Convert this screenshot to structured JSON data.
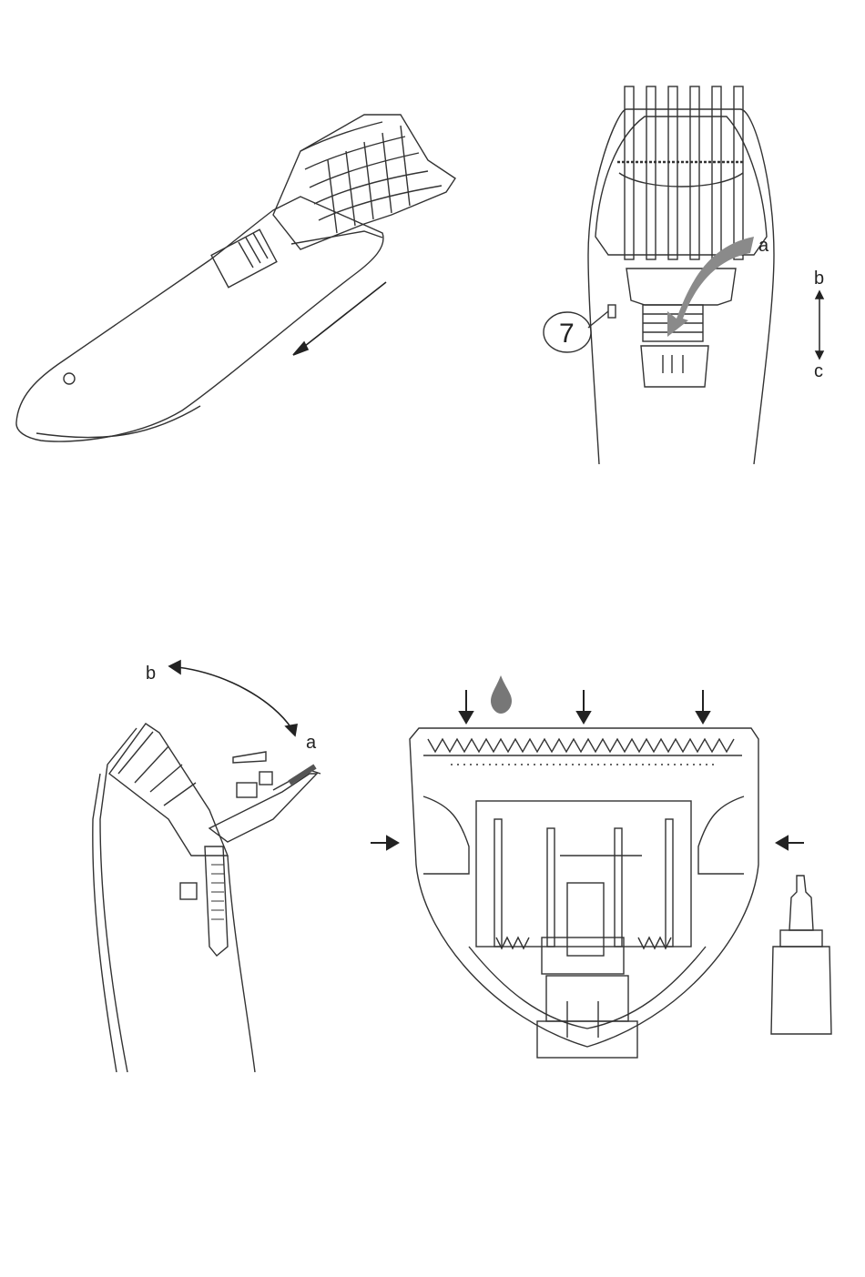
{
  "figures": [
    {
      "id": "fig1",
      "description_labels": []
    },
    {
      "id": "fig2",
      "labels": {
        "a": "a",
        "b": "b",
        "c": "c",
        "callout": "7"
      }
    },
    {
      "id": "fig3",
      "labels": {
        "a": "a",
        "b": "b"
      }
    },
    {
      "id": "fig4",
      "labels": []
    }
  ]
}
